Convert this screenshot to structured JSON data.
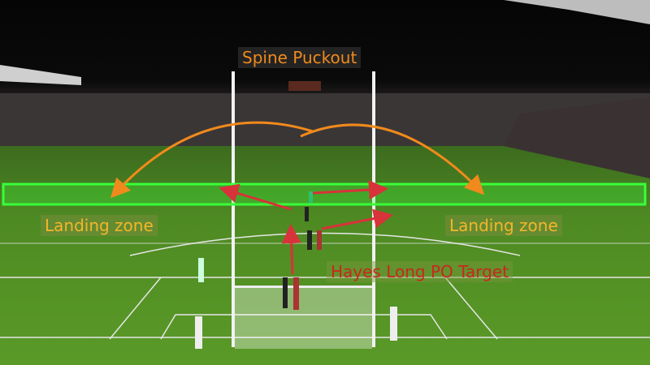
{
  "annotations": {
    "title": "Spine Puckout",
    "landing_zone_left": "Landing zone",
    "landing_zone_right": "Landing zone",
    "target": "Hayes Long PO Target"
  },
  "colors": {
    "title": "#f08a1c",
    "landing_zone_text": "#f5b52a",
    "zone_box": "#39ff3a",
    "arc_arrows": "#f08a1c",
    "red_arrows": "#d8323a",
    "pitch": "#4e8a22"
  }
}
